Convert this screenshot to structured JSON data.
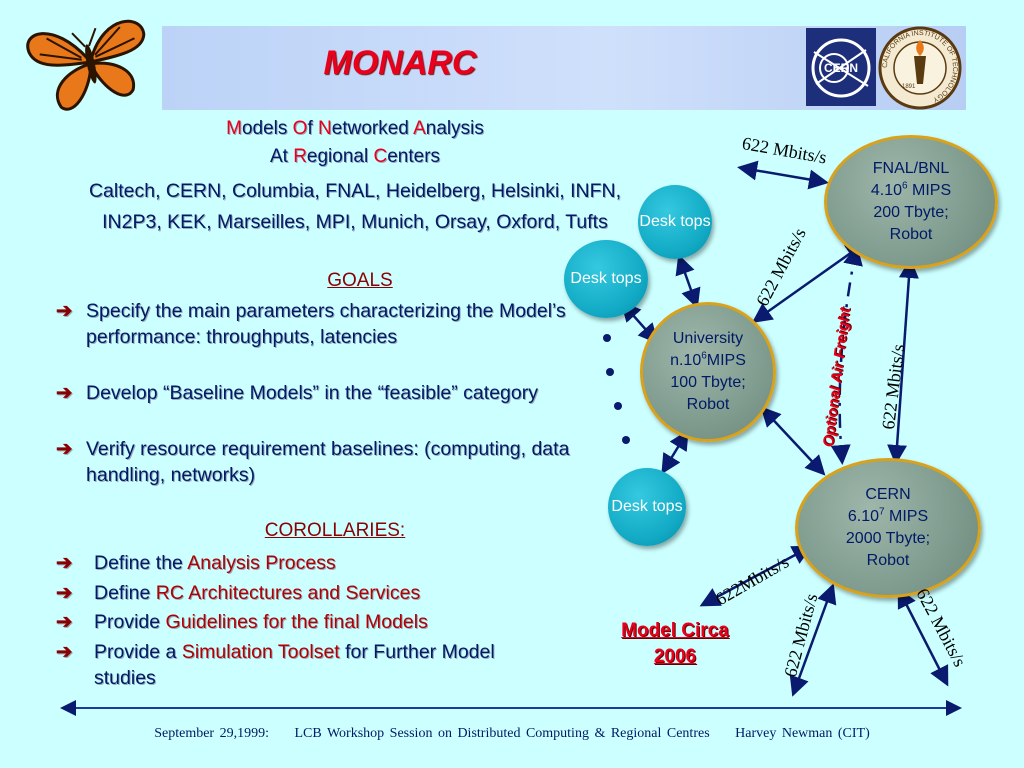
{
  "title": "MONARC",
  "logos": {
    "cern": "CERN",
    "caltech_year": "1891",
    "caltech_ring": "CALIFORNIA INSTITUTE OF TECHNOLOGY"
  },
  "acronym": {
    "line1": [
      {
        "red": "M",
        "rest": "odels "
      },
      {
        "red": "O",
        "rest": "f "
      },
      {
        "red": "N",
        "rest": "etworked "
      },
      {
        "red": "A",
        "rest": "nalysis"
      }
    ],
    "line2": [
      {
        "red": "",
        "rest": "At "
      },
      {
        "red": "R",
        "rest": "egional "
      },
      {
        "red": "C",
        "rest": "enters"
      }
    ]
  },
  "institutes": "Caltech, CERN, Columbia, FNAL, Heidelberg, Helsinki, INFN, IN2P3, KEK, Marseilles, MPI, Munich, Orsay, Oxford, Tufts",
  "goals": {
    "heading": "GOALS",
    "items": [
      "Specify the main parameters characterizing the Model’s performance: throughputs, latencies",
      "Develop “Baseline Models” in the “feasible” category",
      "Verify resource requirement baselines: (computing, data handling, networks)"
    ]
  },
  "corollaries": {
    "heading": "COROLLARIES:",
    "items": [
      {
        "prefix": "Define the ",
        "highlight": "Analysis Process",
        "suffix": ""
      },
      {
        "prefix": "Define ",
        "highlight": "RC Architectures and Services",
        "suffix": ""
      },
      {
        "prefix": "Provide ",
        "highlight": "Guidelines for the final Models",
        "suffix": ""
      },
      {
        "prefix": "Provide a ",
        "highlight": "Simulation Toolset",
        "suffix": " for Further Model studies"
      }
    ]
  },
  "diagram": {
    "fnal": {
      "l1": "FNAL/BNL",
      "l2a": "4.10",
      "sup": "6",
      "l2b": " MIPS",
      "l3": "200 Tbyte;",
      "l4": "Robot"
    },
    "university": {
      "l1": "University",
      "l2a": "n.10",
      "sup": "6",
      "l2b": "MIPS",
      "l3": "100 Tbyte;",
      "l4": "Robot"
    },
    "cern": {
      "l1": "CERN",
      "l2a": "6.10",
      "sup": "7",
      "l2b": " MIPS",
      "l3": "2000 Tbyte;",
      "l4": "Robot"
    },
    "desktops": [
      "Desk tops",
      "Desk tops",
      "Desk tops"
    ],
    "links": {
      "top": "622 Mbits/s",
      "univ_fnal": "622 Mbits/s",
      "fnal_cern": "622 Mbits/s",
      "cern_left": "622Mbits/s",
      "cern_down": "622 Mbits/s",
      "cern_right": "622 Mbits/s"
    },
    "air_freight": "Optional Air Freight"
  },
  "model_circa": {
    "line1": "Model Circa",
    "line2": "2006"
  },
  "footer": {
    "date": "September 29,1999:",
    "event": "LCB Workshop Session on Distributed Computing  & Regional Centres",
    "author": "Harvey Newman (CIT)"
  }
}
